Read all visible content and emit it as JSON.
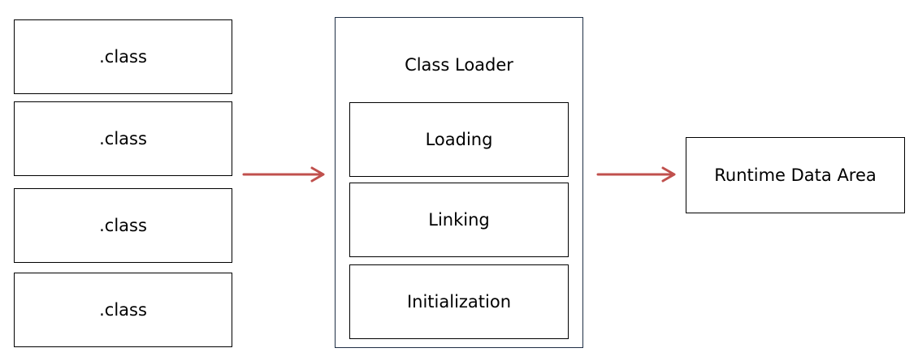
{
  "class_files": [
    {
      "label": ".class"
    },
    {
      "label": ".class"
    },
    {
      "label": ".class"
    },
    {
      "label": ".class"
    }
  ],
  "class_loader": {
    "title": "Class Loader",
    "phases": [
      {
        "label": "Loading"
      },
      {
        "label": "Linking"
      },
      {
        "label": "Initialization"
      }
    ]
  },
  "runtime_data_area": {
    "label": "Runtime Data Area"
  },
  "colors": {
    "arrow": "#c0504d",
    "border": "#000000",
    "loader_border": "#1f2f45"
  }
}
